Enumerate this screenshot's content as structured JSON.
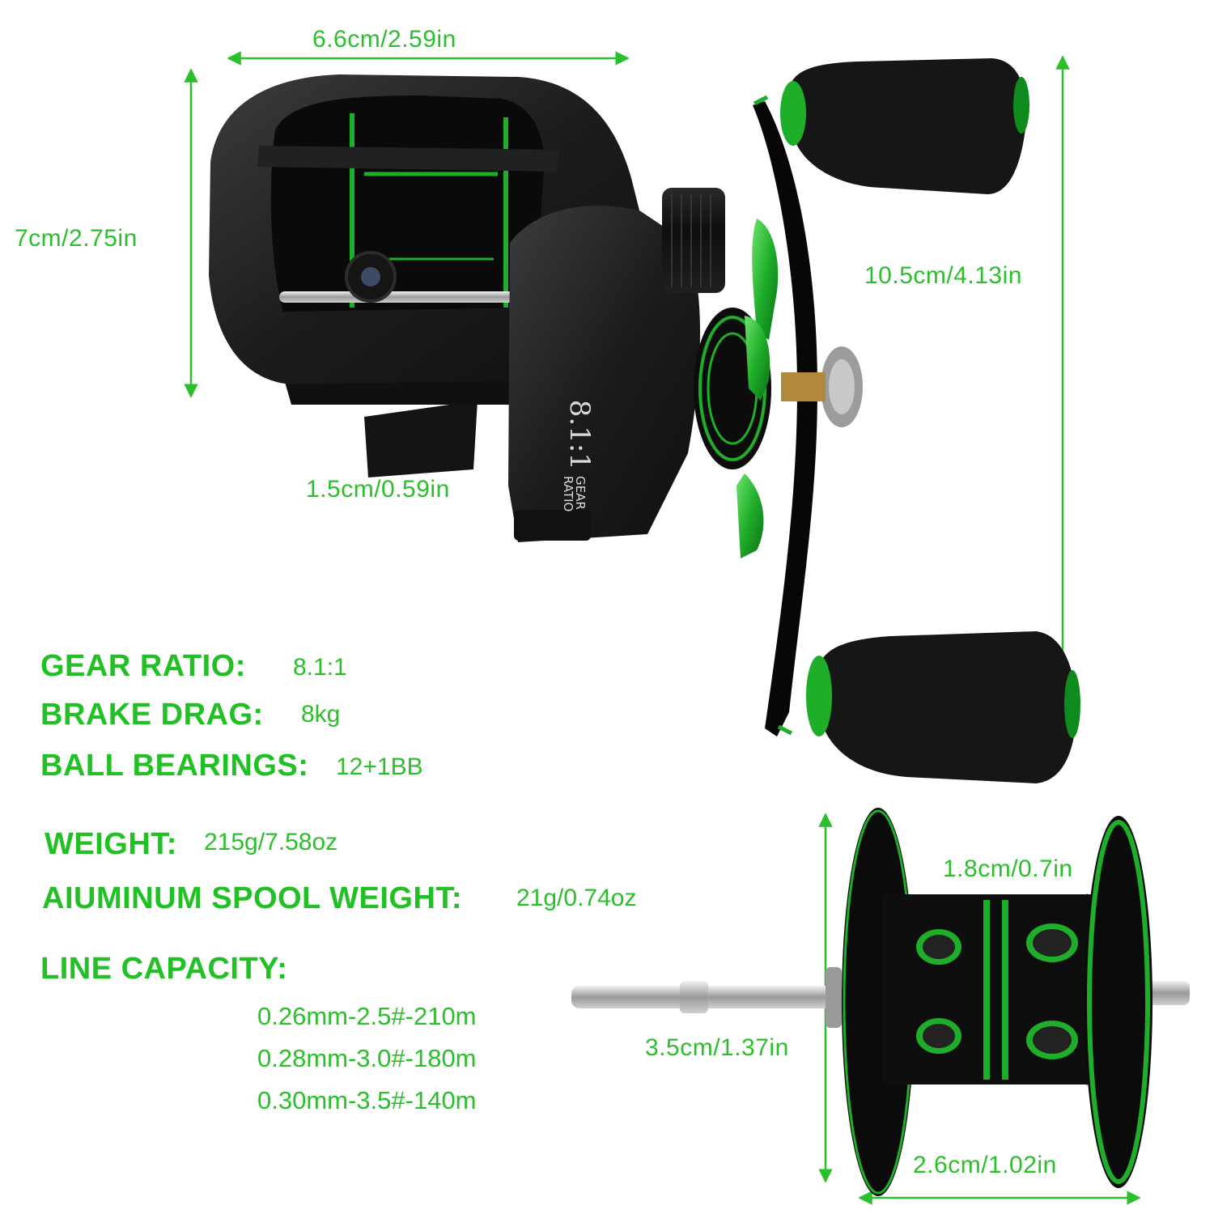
{
  "colors": {
    "accent": "#2bbf2b",
    "label": "#21c024",
    "reel_body": "#1a1b1c",
    "trim": "#1fae2a"
  },
  "dimensions": {
    "reel_width": "6.6cm/2.59in",
    "reel_height": "7cm/2.75in",
    "handle_length": "10.5cm/4.13in",
    "side_width": "1.5cm/0.59in",
    "spool_height": "1.8cm/0.7in",
    "spool_diameter": "3.5cm/1.37in",
    "spool_width": "2.6cm/1.02in"
  },
  "reel_print": {
    "ratio": "8.1:1",
    "word1": "GEAR",
    "word2": "RATIO"
  },
  "specs": [
    {
      "label": "GEAR RATIO:",
      "value": "8.1:1"
    },
    {
      "label": "BRAKE DRAG:",
      "value": "8kg"
    },
    {
      "label": "BALL BEARINGS:",
      "value": "12+1BB"
    },
    {
      "label": "WEIGHT:",
      "value": "215g/7.58oz"
    },
    {
      "label": "AIUMINUM SPOOL WEIGHT:",
      "value": "21g/0.74oz"
    }
  ],
  "line_capacity": {
    "label": "LINE CAPACITY:",
    "items": [
      "0.26mm-2.5#-210m",
      "0.28mm-3.0#-180m",
      "0.30mm-3.5#-140m"
    ]
  }
}
